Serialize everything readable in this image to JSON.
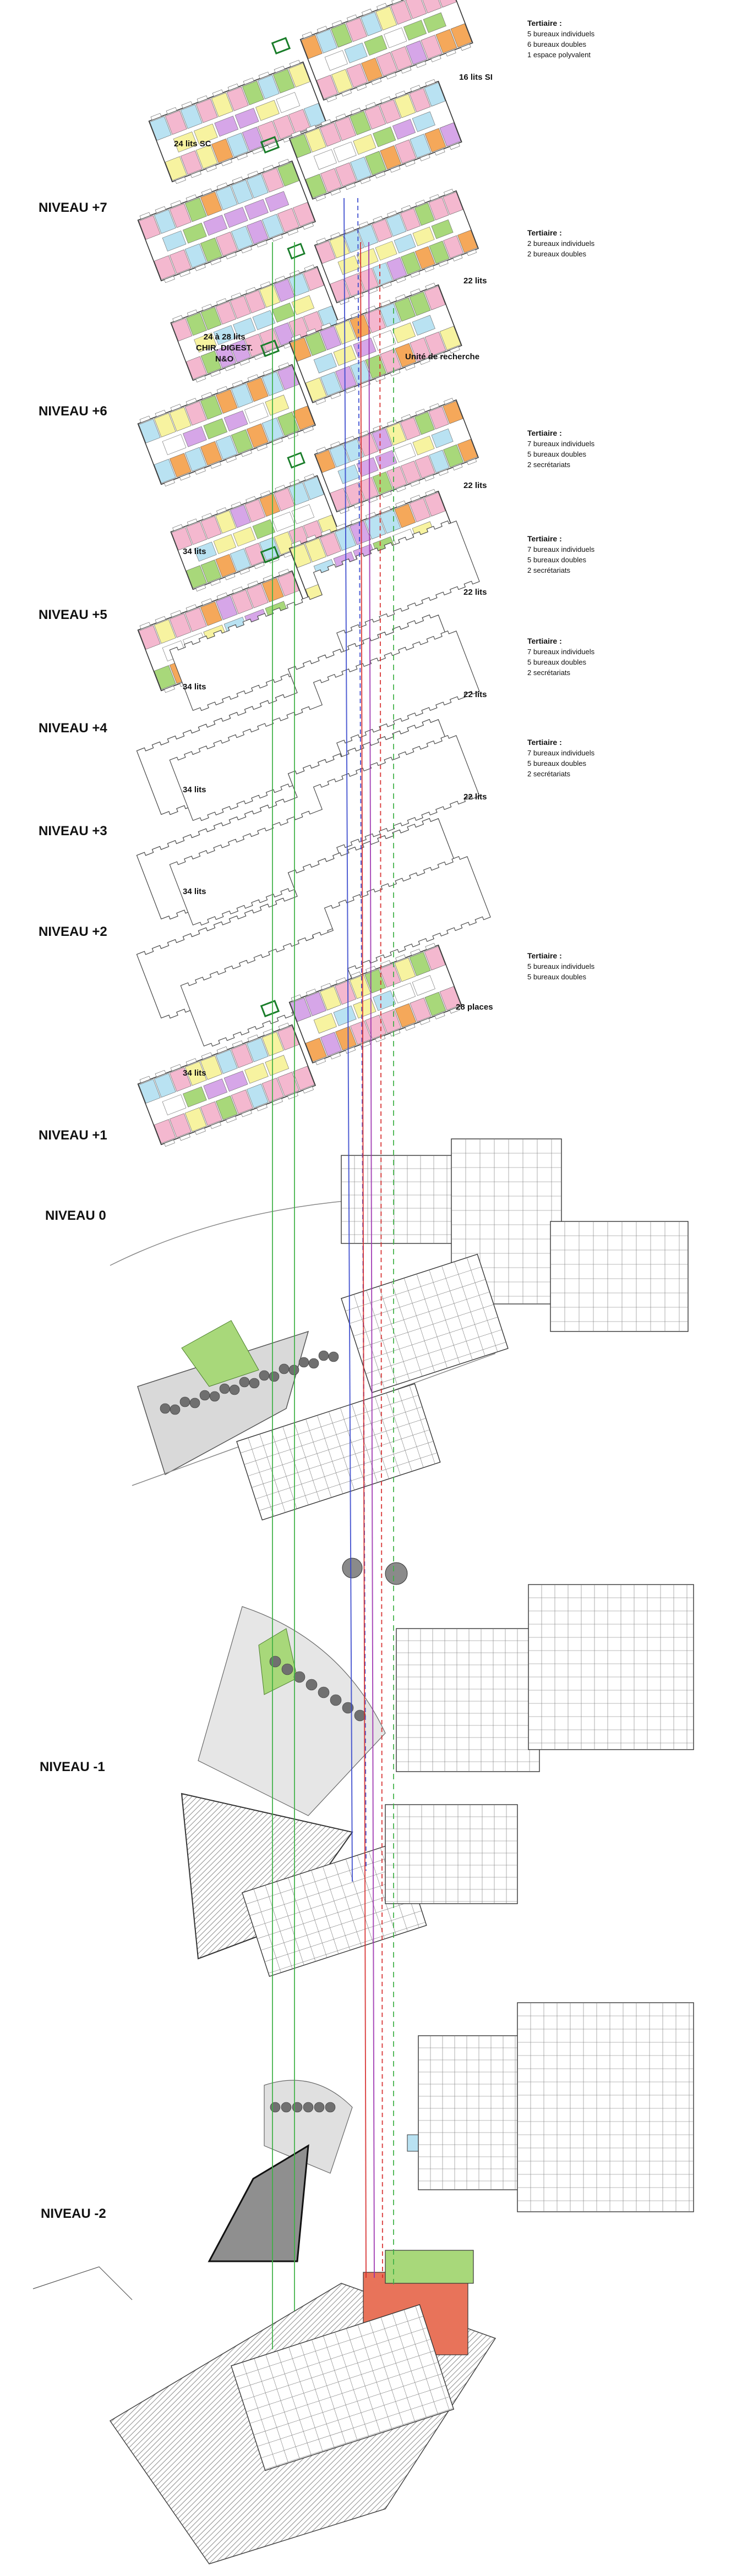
{
  "levels": {
    "n7": "NIVEAU +7",
    "n6": "NIVEAU +6",
    "n5": "NIVEAU +5",
    "n4": "NIVEAU +4",
    "n3": "NIVEAU +3",
    "n2": "NIVEAU +2",
    "n1": "NIVEAU +1",
    "n0": "NIVEAU 0",
    "m1": "NIVEAU -1",
    "m2": "NIVEAU -2"
  },
  "captions": {
    "c1": "24 lits SC",
    "c2": "16 lits SI",
    "c3": "22 lits",
    "c4a": "24 à 28 lits",
    "c4b": "CHIR. DIGEST.",
    "c4c": "N&O",
    "c5": "Unité de recherche",
    "c6": "22 lits",
    "c7": "34 lits",
    "c8": "22 lits",
    "c9": "34 lits",
    "c10": "22 lits",
    "c11": "34 lits",
    "c12": "22 lits",
    "c13": "34 lits",
    "c14": "28 places",
    "c15": "34 lits"
  },
  "tertiaire": [
    {
      "title": "Tertiaire :",
      "lines": [
        "5 bureaux individuels",
        "6 bureaux doubles",
        "1 espace polyvalent"
      ]
    },
    {
      "title": "Tertiaire :",
      "lines": [
        "2 bureaux individuels",
        "2 bureaux doubles"
      ]
    },
    {
      "title": "Tertiaire :",
      "lines": [
        "7 bureaux individuels",
        "5 bureaux doubles",
        "2 secrétariats"
      ]
    },
    {
      "title": "Tertiaire :",
      "lines": [
        "7 bureaux individuels",
        "5 bureaux doubles",
        "2 secrétariats"
      ]
    },
    {
      "title": "Tertiaire :",
      "lines": [
        "7 bureaux individuels",
        "5 bureaux doubles",
        "2 secrétariats"
      ]
    },
    {
      "title": "Tertiaire :",
      "lines": [
        "7 bureaux individuels",
        "5 bureaux doubles",
        "2 secrétariats"
      ]
    },
    {
      "title": "Tertiaire :",
      "lines": [
        "5 bureaux individuels",
        "5 bureaux doubles"
      ]
    }
  ],
  "colors": {
    "pink": "#f4b8cf",
    "lightblue": "#b9e2f2",
    "yellow": "#f7f3a0",
    "green": "#a8d87a",
    "orange": "#f5a85a",
    "red": "#e8735a",
    "purple": "#d6a6e8",
    "shaft_green": "#3cb043",
    "shaft_blue": "#3344cc",
    "shaft_red": "#d62828",
    "shaft_purple": "#9b2fae",
    "hatch": "#9a9a9a"
  }
}
